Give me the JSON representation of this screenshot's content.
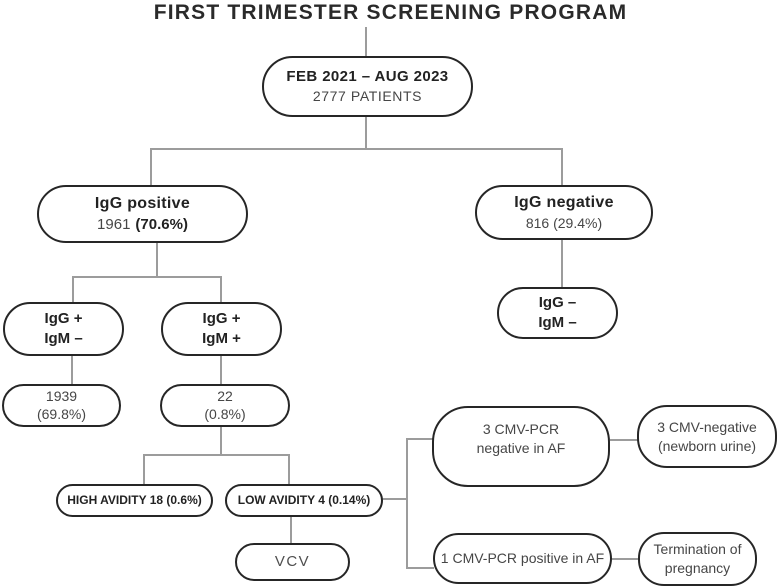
{
  "title": "FIRST TRIMESTER SCREENING PROGRAM",
  "nodes": {
    "root": {
      "line1": "FEB 2021 – AUG 2023",
      "line2": "2777 PATIENTS"
    },
    "igg_positive": {
      "line1": "IgG positive",
      "count": "1961",
      "pct": "(70.6%)"
    },
    "igg_negative": {
      "line1": "IgG negative",
      "line2": "816 (29.4%)"
    },
    "igg_pos_igm_neg": {
      "line1": "IgG +",
      "line2": "IgM –"
    },
    "igg_pos_igm_pos": {
      "line1": "IgG +",
      "line2": "IgM +"
    },
    "igg_neg_igm_neg": {
      "line1": "IgG –",
      "line2": "IgM –"
    },
    "count_1939": {
      "line1": "1939",
      "line2": "(69.8%)"
    },
    "count_22": {
      "line1": "22",
      "line2": "(0.8%)"
    },
    "high_avidity": {
      "label": "HIGH AVIDITY 18 (0.6%)"
    },
    "low_avidity": {
      "label": "LOW AVIDITY 4 (0.14%)"
    },
    "vcv": {
      "label": "VCV"
    },
    "cmv_pcr_negative": {
      "line1": "3 CMV-PCR",
      "line2": "negative in AF"
    },
    "cmv_neg_newborn": {
      "line1": "3 CMV-negative",
      "line2": "(newborn urine)"
    },
    "cmv_pcr_positive": {
      "label": "1 CMV-PCR positive in AF"
    },
    "termination": {
      "line1": "Termination of",
      "line2": "pregnancy"
    }
  },
  "colors": {
    "border": "#262626",
    "connector": "#9c9c9c",
    "text_bold": "#222222",
    "text_regular": "#464646"
  }
}
